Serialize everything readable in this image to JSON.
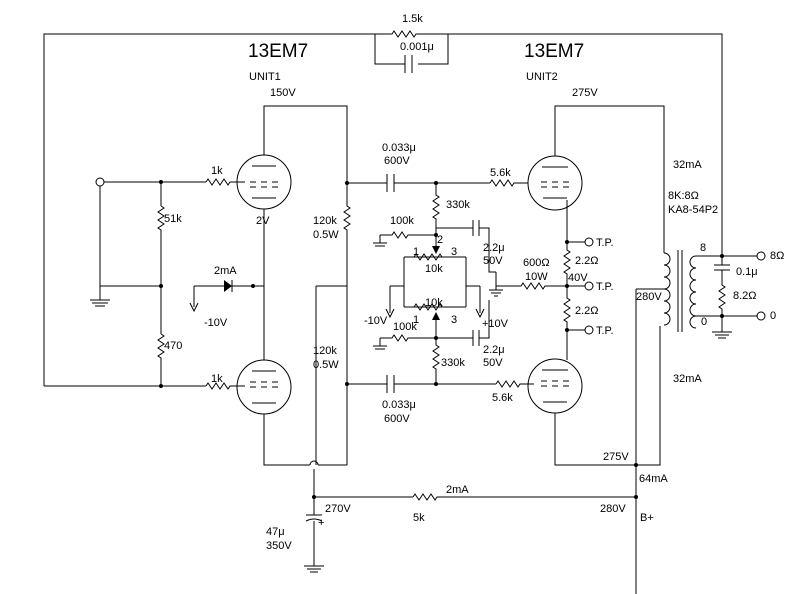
{
  "tubes": {
    "left": {
      "type": "13EM7",
      "unit": "UNIT1",
      "plate_voltage": "150V",
      "cathode_voltage": "2V"
    },
    "right": {
      "type": "13EM7",
      "unit": "UNIT2",
      "plate_voltage": "275V",
      "plate_voltage_lower": "275V"
    }
  },
  "feedback": {
    "resistor": "1.5k",
    "capacitor": "0.001μ"
  },
  "input": {
    "grid_resistor_top": "1k",
    "grid_resistor_bottom": "1k",
    "divider_top": "51k",
    "divider_bottom": "470"
  },
  "bias": {
    "current": "2mA",
    "voltage": "-10V"
  },
  "plate_loads": {
    "top": "120k\n0.5W",
    "bottom": "120k\n0.5W"
  },
  "couplings": {
    "top": "0.033μ\n600V",
    "bottom": "0.033μ\n600V"
  },
  "bias_network": {
    "r_top": "330k",
    "r_bottom": "330k",
    "r_left_top": "100k",
    "r_left_bottom": "100k",
    "pot_top": "10k",
    "pot_bottom": "10k",
    "pin1": "1",
    "pin2": "2",
    "pin3": "3",
    "cap_top": "2.2μ\n50V",
    "cap_bottom": "2.2μ\n50V",
    "neg_v": "-10V",
    "pos_v": "+10V"
  },
  "output_grid": {
    "top": "5.6k",
    "bottom": "5.6k"
  },
  "cathode": {
    "r1": "2.2Ω",
    "r2": "2.2Ω",
    "r_load": "600Ω\n10W",
    "voltage": "40V",
    "tp1": "T.P.",
    "tp2": "T.P.",
    "tp3": "T.P."
  },
  "transformer": {
    "spec": "8K:8Ω\nKA8-54P2",
    "primary_v": "280V",
    "tap8": "8",
    "tap0": "0",
    "current_top": "32mA",
    "current_bottom": "32mA"
  },
  "output": {
    "cap": "0.1μ",
    "res": "8.2Ω",
    "term_8": "8Ω",
    "term_0": "0"
  },
  "supply": {
    "current_total": "64mA",
    "current_bleed": "2mA",
    "dropping_resistor": "5k",
    "v_left": "270V",
    "v_right": "280V",
    "label": "B+",
    "cap": "47μ\n350V"
  }
}
